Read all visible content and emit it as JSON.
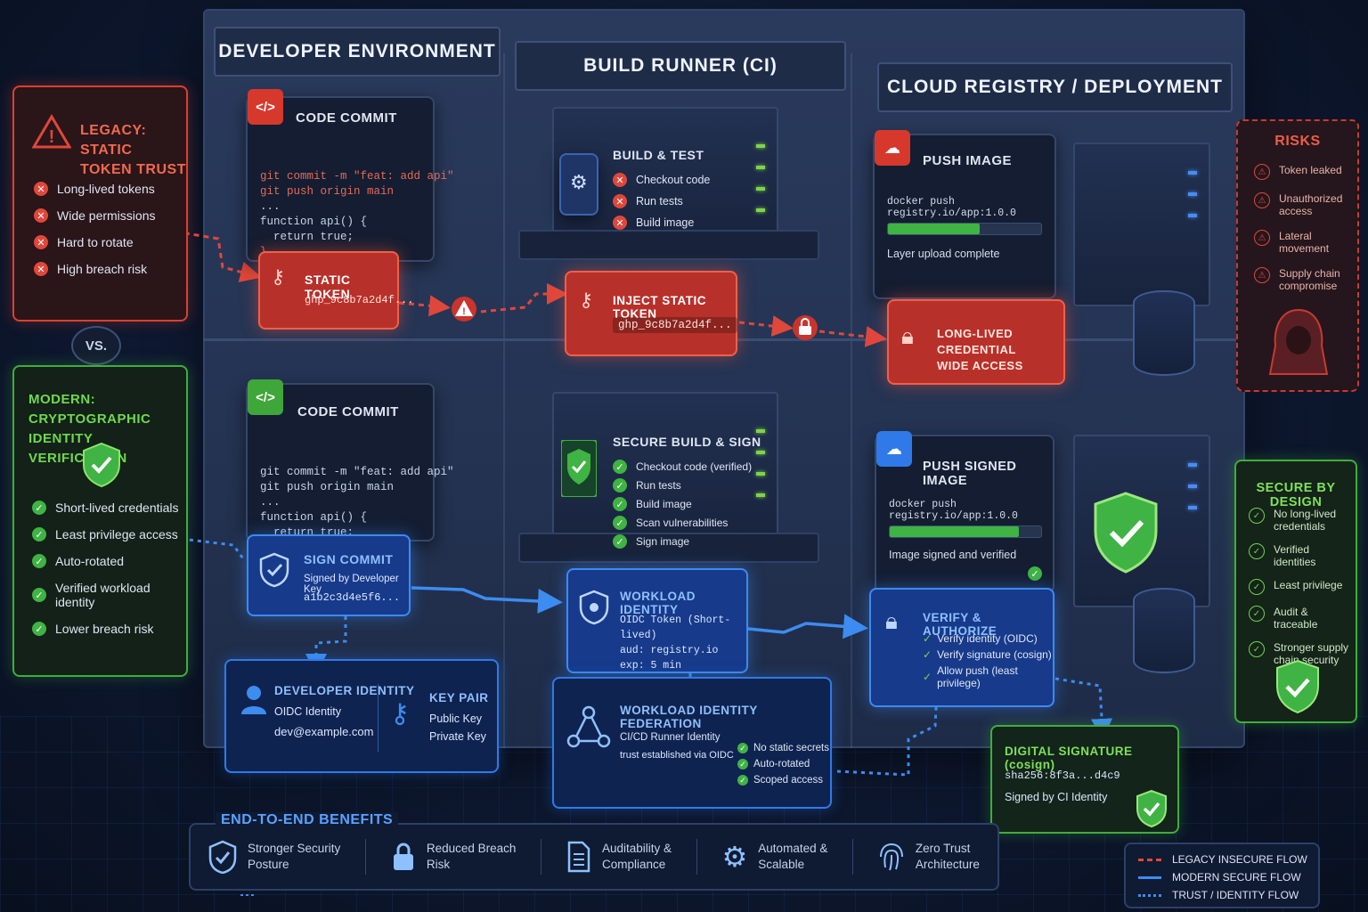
{
  "columns": {
    "dev": "DEVELOPER ENVIRONMENT",
    "build": "BUILD RUNNER (CI)",
    "cloud": "CLOUD REGISTRY / DEPLOYMENT"
  },
  "legacy": {
    "title_line1": "LEGACY: STATIC",
    "title_line2": "TOKEN TRUST",
    "items": [
      "Long-lived tokens",
      "Wide permissions",
      "Hard to rotate",
      "High breach risk"
    ]
  },
  "vs": "VS.",
  "modern": {
    "title_line1": "MODERN: CRYPTOGRAPHIC",
    "title_line2": "IDENTITY VERIFICATION",
    "items": [
      "Short-lived credentials",
      "Least privilege access",
      "Auto-rotated",
      "Verified workload identity",
      "Lower breach risk"
    ]
  },
  "top": {
    "commit": {
      "title": "CODE COMMIT",
      "icon": "</>",
      "code": [
        "git commit -m \"feat: add api\"",
        "git push origin main",
        "...",
        "function api() {",
        "  return true;",
        "}"
      ]
    },
    "static_token": {
      "title": "STATIC TOKEN",
      "value": "ghp_9c8b7a2d4f..."
    },
    "build": {
      "title": "BUILD & TEST",
      "items": [
        "Checkout code",
        "Run tests",
        "Build image"
      ]
    },
    "inject": {
      "title": "INJECT STATIC TOKEN",
      "value": "ghp_9c8b7a2d4f..."
    },
    "push": {
      "title": "PUSH IMAGE",
      "cmd": "docker push registry.io/app:1.0.0",
      "progress": 0.6,
      "status": "Layer upload complete"
    },
    "longlived": {
      "line1": "LONG-LIVED CREDENTIAL",
      "line2": "WIDE ACCESS"
    }
  },
  "risks": {
    "title": "RISKS",
    "items": [
      "Token leaked",
      "Unauthorized access",
      "Lateral movement",
      "Supply chain compromise"
    ]
  },
  "bottom": {
    "commit": {
      "title": "CODE COMMIT",
      "icon": "</>",
      "code": [
        "git commit -m \"feat: add api\"",
        "git push origin main",
        "...",
        "function api() {",
        "  return true;",
        "}"
      ]
    },
    "sign": {
      "title": "SIGN COMMIT",
      "sub": "Signed by Developer Key",
      "value": "a1b2c3d4e5f6..."
    },
    "build": {
      "title": "SECURE BUILD & SIGN",
      "items": [
        "Checkout code (verified)",
        "Run tests",
        "Build image",
        "Scan vulnerabilities",
        "Sign image"
      ]
    },
    "workload": {
      "title": "WORKLOAD IDENTITY",
      "lines": [
        "OIDC Token (Short-lived)",
        "aud: registry.io",
        "exp: 5 min"
      ]
    },
    "push": {
      "title": "PUSH SIGNED IMAGE",
      "cmd": "docker push registry.io/app:1.0.0",
      "progress": 0.85,
      "status": "Image signed and verified"
    },
    "verify": {
      "title": "VERIFY & AUTHORIZE",
      "items": [
        "Verify identity (OIDC)",
        "Verify signature (cosign)",
        "Allow push (least privilege)"
      ]
    },
    "dev_identity": {
      "title": "DEVELOPER IDENTITY",
      "line1": "OIDC Identity",
      "line2": "dev@example.com"
    },
    "keypair": {
      "title": "KEY PAIR",
      "line1": "Public Key",
      "line2": "Private Key"
    },
    "federation": {
      "title": "WORKLOAD IDENTITY FEDERATION",
      "line1": "CI/CD Runner Identity",
      "line2": "trust established via OIDC",
      "items": [
        "No static secrets",
        "Auto-rotated",
        "Scoped access"
      ]
    },
    "signature": {
      "title": "DIGITAL SIGNATURE (cosign)",
      "hash": "sha256:8f3a...d4c9",
      "by": "Signed by CI Identity"
    }
  },
  "secure": {
    "title": "SECURE BY DESIGN",
    "items": [
      "No long-lived credentials",
      "Verified identities",
      "Least privilege",
      "Audit & traceable",
      "Stronger supply chain security"
    ]
  },
  "benefits": {
    "title": "END-TO-END BENEFITS",
    "items": [
      {
        "l1": "Stronger Security",
        "l2": "Posture",
        "icon": "shield-check-icon"
      },
      {
        "l1": "Reduced Breach",
        "l2": "Risk",
        "icon": "lock-icon"
      },
      {
        "l1": "Auditability &",
        "l2": "Compliance",
        "icon": "document-icon"
      },
      {
        "l1": "Automated &",
        "l2": "Scalable",
        "icon": "gear-icon"
      },
      {
        "l1": "Zero Trust",
        "l2": "Architecture",
        "icon": "fingerprint-icon"
      }
    ]
  },
  "legend": {
    "legacy": "LEGACY INSECURE FLOW",
    "modern": "MODERN SECURE FLOW",
    "trust": "TRUST / IDENTITY FLOW"
  },
  "colors": {
    "red": "#e0473b",
    "green": "#3fb344",
    "blue": "#2f7ae8",
    "trust": "#3d8cf0"
  }
}
